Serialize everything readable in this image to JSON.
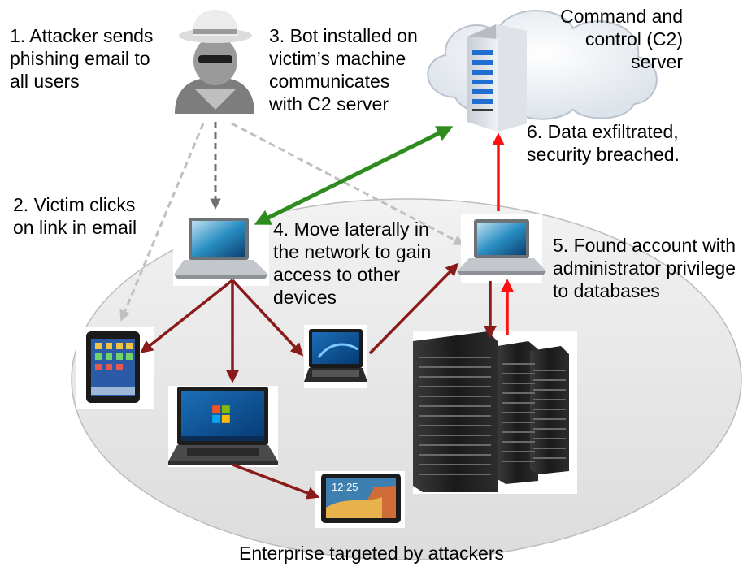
{
  "steps": {
    "step1": "1. Attacker sends\nphishing email to\nall users",
    "step2": "2. Victim clicks\non link in email",
    "step3": "3. Bot installed on\nvictim’s machine\ncommunicates\nwith C2 server",
    "step4": "4. Move laterally in\nthe network to gain\naccess to other\ndevices",
    "step5": "5. Found account with\nadministrator privilege\nto databases",
    "step6": "6. Data exfiltrated,\nsecurity breached."
  },
  "c2_label": "Command and\ncontrol (C2)\nserver",
  "caption": "Enterprise targeted by attackers",
  "colors": {
    "enterprise_fill": "#e8e8e8",
    "c2_link": "#2e8b1e",
    "lateral": "#8b1a1a",
    "exfil": "#ff1010",
    "phish_gray": "#c0c0c0",
    "phish_dark": "#707070"
  },
  "icons": [
    "hacker-icon",
    "cloud-icon",
    "c2-server-icon",
    "victim-laptop-icon",
    "admin-laptop-icon",
    "tablet-icon",
    "netbook-icon",
    "windows-laptop-icon",
    "android-tablet-icon",
    "database-servers-icon"
  ]
}
